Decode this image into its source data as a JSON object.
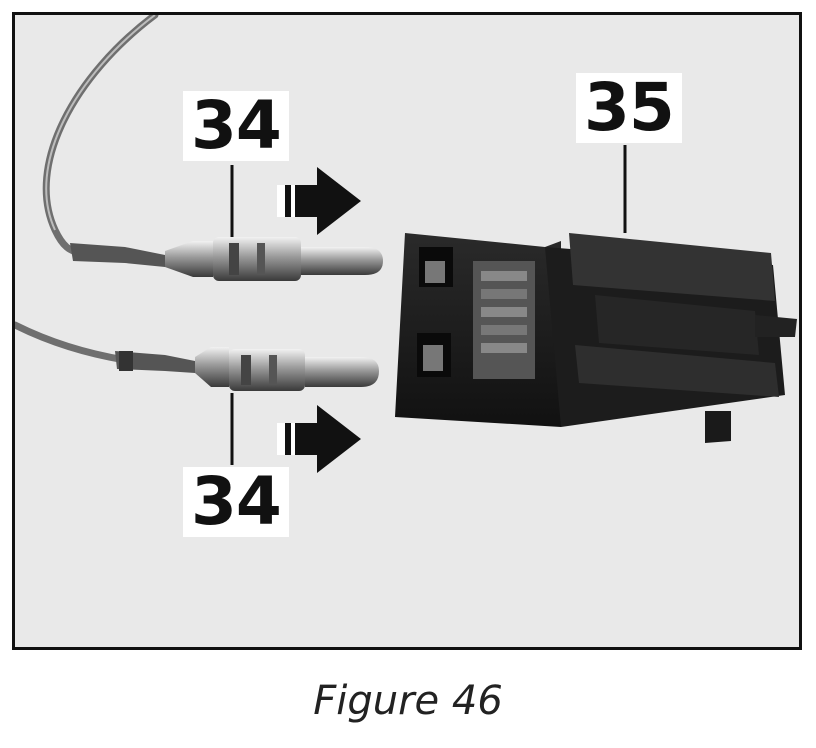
{
  "figure": {
    "callouts": {
      "top_left": "34",
      "bottom_left": "34",
      "connector": "35"
    },
    "caption": "Figure 46"
  }
}
